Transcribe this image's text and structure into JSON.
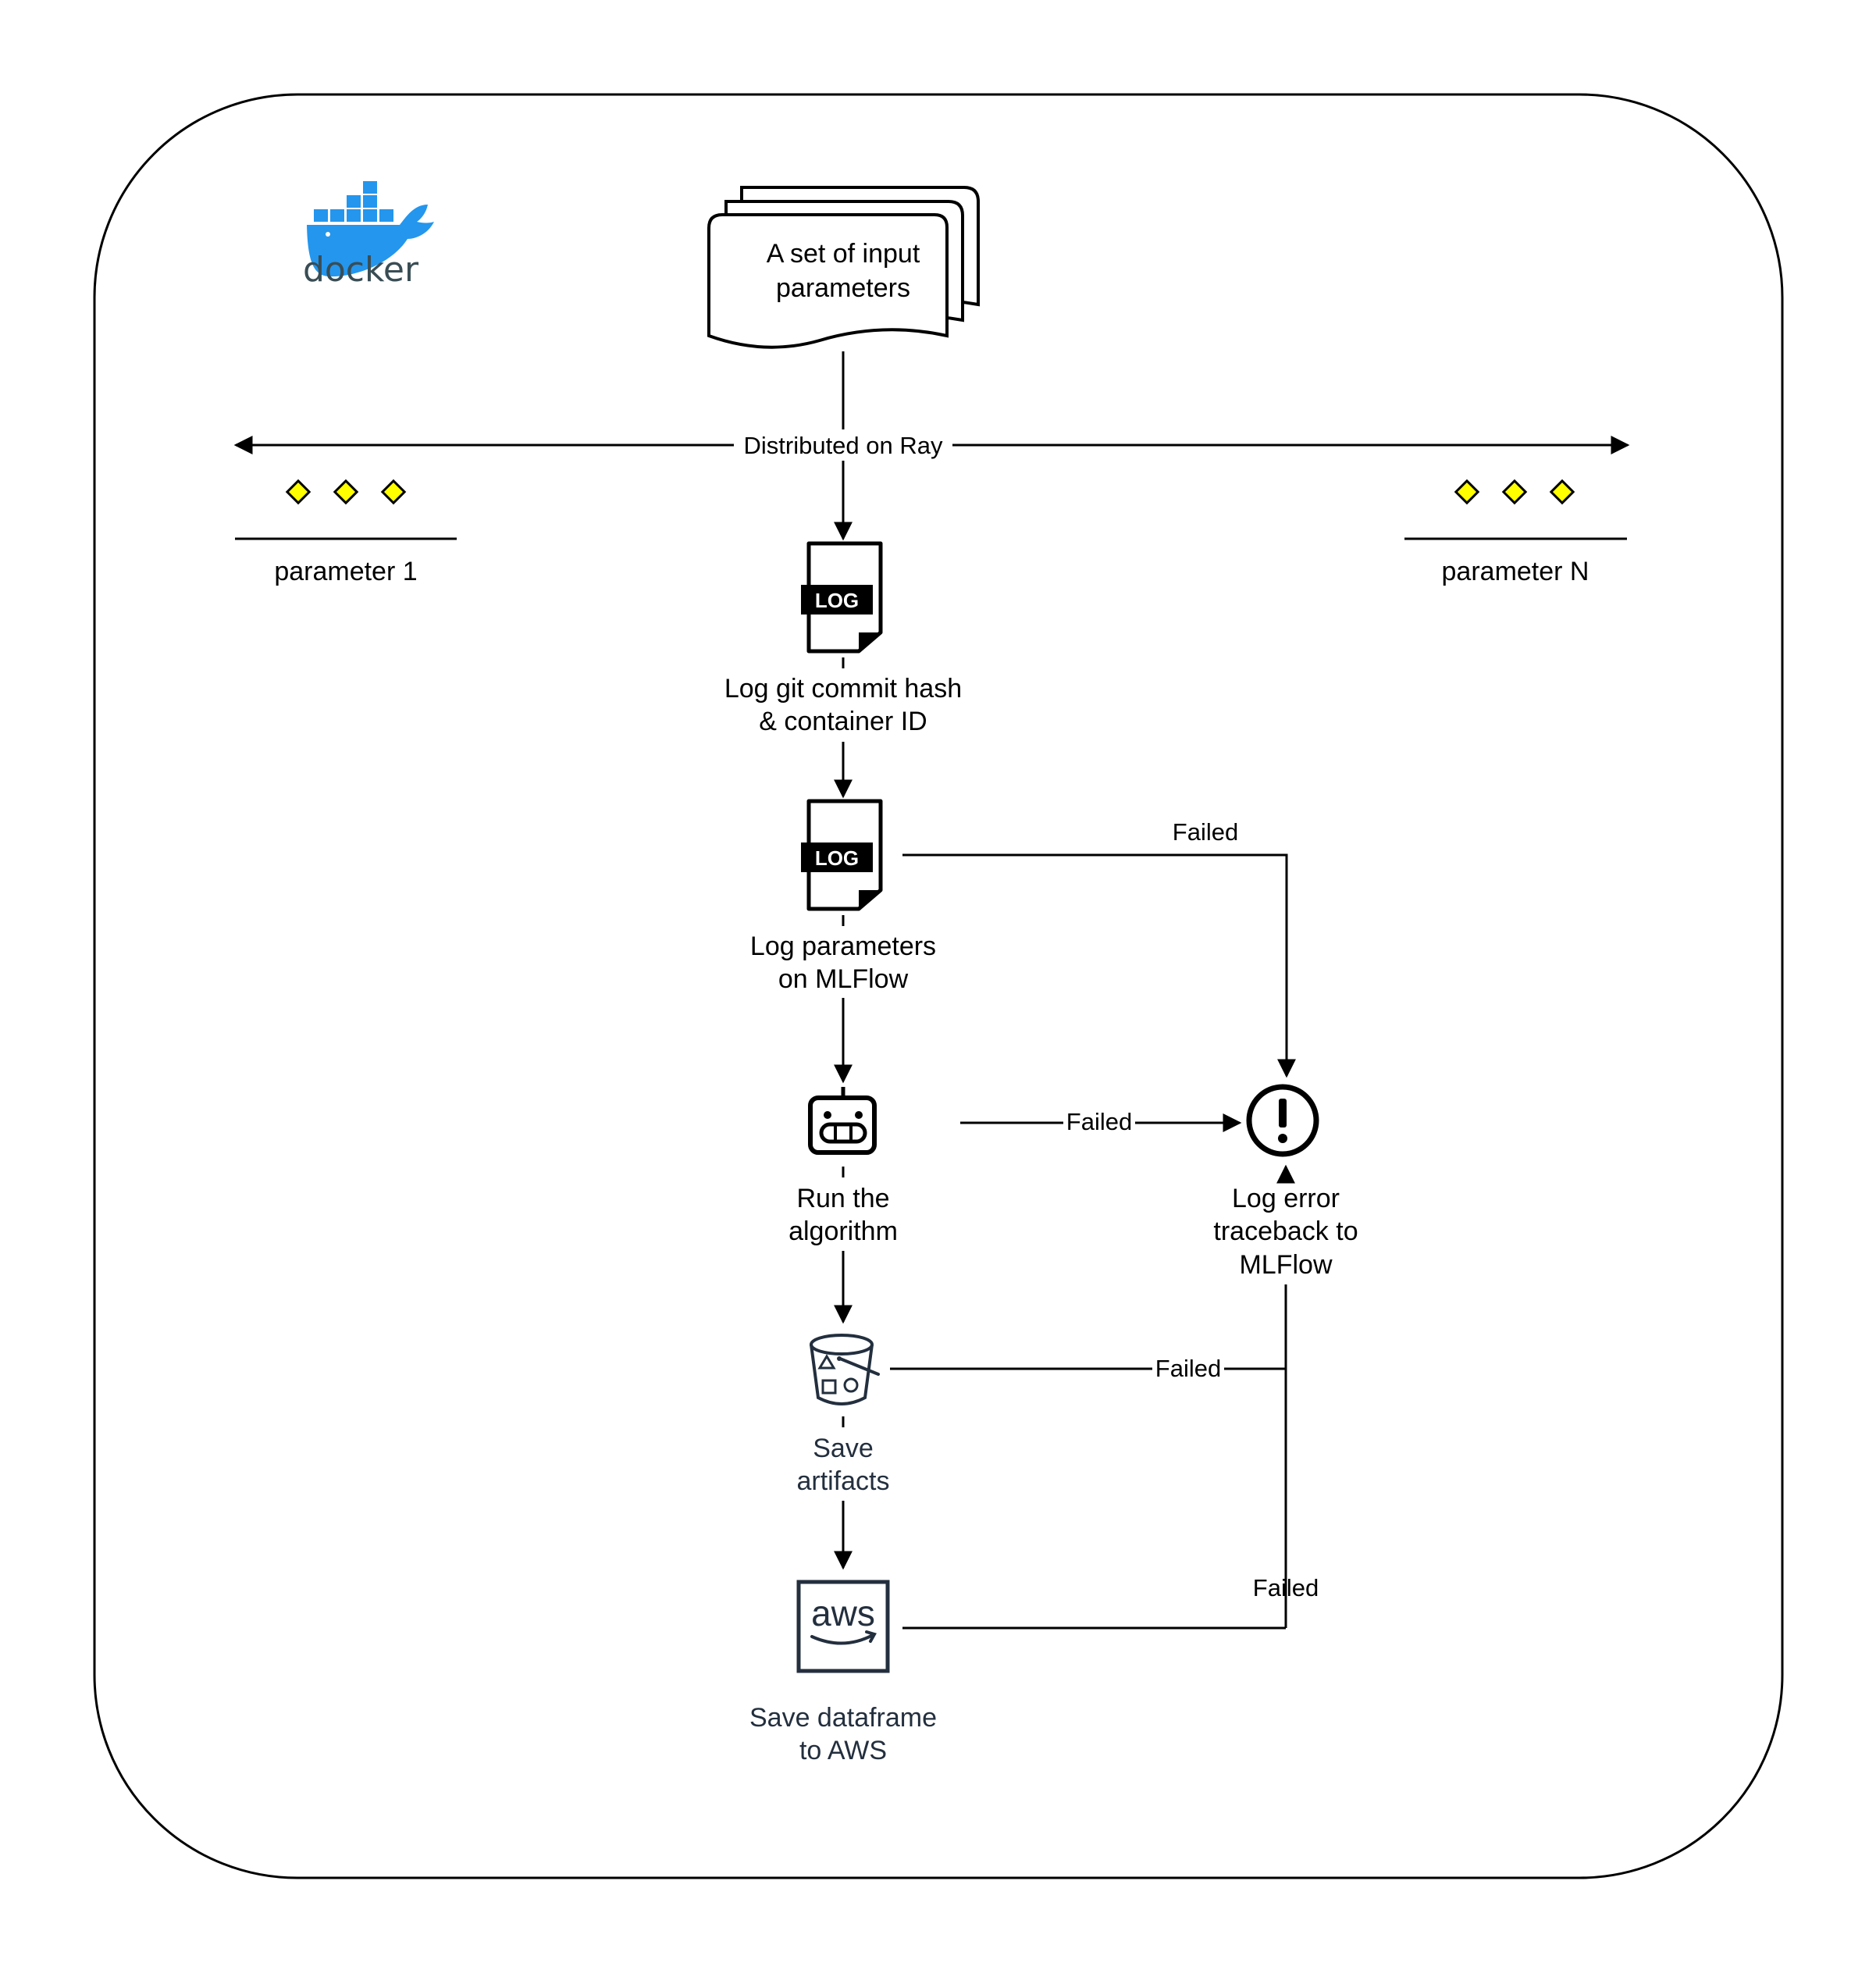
{
  "docker_logo": {
    "wordmark": "docker"
  },
  "input_node": {
    "line1": "A set of input",
    "line2": "parameters"
  },
  "distribution": {
    "label": "Distributed on Ray"
  },
  "parameters": [
    {
      "label": "parameter 1"
    },
    {
      "label": "parameter N"
    }
  ],
  "steps": {
    "log_commit": {
      "badge": "LOG",
      "line1": "Log git commit hash",
      "line2": "& container ID"
    },
    "log_params": {
      "badge": "LOG",
      "line1": "Log parameters",
      "line2": "on MLFlow"
    },
    "run_algo": {
      "line1": "Run the",
      "line2": "algorithm"
    },
    "save_artifacts": {
      "line1": "Save",
      "line2": "artifacts"
    },
    "save_aws": {
      "logo_text": "aws",
      "line1": "Save dataframe",
      "line2": "to AWS"
    }
  },
  "error_node": {
    "line1": "Log error",
    "line2": "traceback to",
    "line3": "MLFlow"
  },
  "edge_labels": {
    "params_failed": "Failed",
    "algo_failed": "Failed",
    "artifacts_failed": "Failed",
    "aws_failed": "Failed"
  },
  "colors": {
    "stroke": "#000000",
    "diamond_fill": "#ffff00",
    "docker_blue": "#2496ed",
    "docker_text": "#394d54",
    "aws_slate": "#232f3e"
  }
}
